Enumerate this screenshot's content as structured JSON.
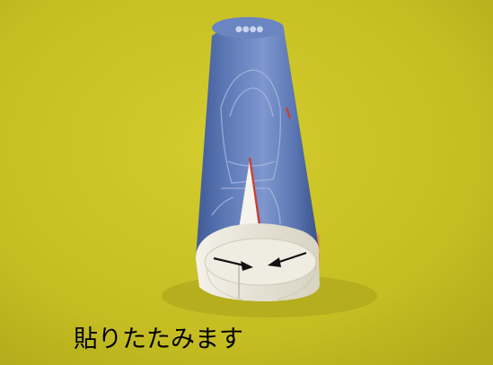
{
  "caption": "貼りたたみます",
  "colors": {
    "background": "#c8c126",
    "tube_blue": "#5c77b4",
    "tube_highlight": "#7b95cf",
    "paper_white": "#f2efe6",
    "orange_strip": "#e8a23a",
    "red_line": "#d23a2a",
    "arrow": "#111111"
  },
  "arrows": [
    {
      "name": "left-arrow",
      "direction": "right"
    },
    {
      "name": "right-arrow",
      "direction": "left"
    }
  ]
}
